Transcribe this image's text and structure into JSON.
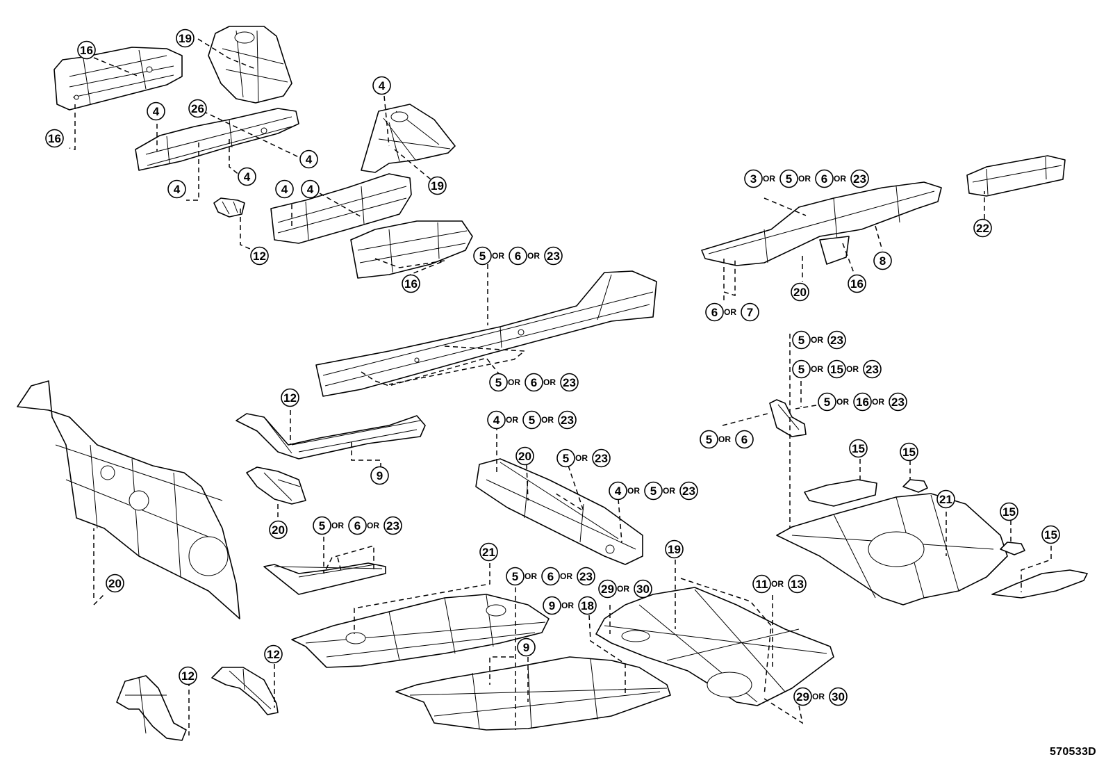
{
  "diagram_code": "570533D",
  "callouts": [
    {
      "id": "c01",
      "parts": [
        "16"
      ]
    },
    {
      "id": "c02",
      "parts": [
        "19"
      ]
    },
    {
      "id": "c03",
      "parts": [
        "16"
      ]
    },
    {
      "id": "c04",
      "parts": [
        "4"
      ]
    },
    {
      "id": "c05",
      "parts": [
        "26"
      ]
    },
    {
      "id": "c06",
      "parts": [
        "4"
      ]
    },
    {
      "id": "c07",
      "parts": [
        "4"
      ]
    },
    {
      "id": "c08",
      "parts": [
        "4"
      ]
    },
    {
      "id": "c09",
      "parts": [
        "4"
      ]
    },
    {
      "id": "c10",
      "parts": [
        "4"
      ]
    },
    {
      "id": "c11",
      "parts": [
        "12"
      ]
    },
    {
      "id": "c12",
      "parts": [
        "4"
      ]
    },
    {
      "id": "c13",
      "parts": [
        "19"
      ]
    },
    {
      "id": "c14",
      "parts": [
        "16"
      ]
    },
    {
      "id": "c15",
      "parts": [
        "5",
        "6",
        "23"
      ]
    },
    {
      "id": "c16",
      "parts": [
        "3",
        "5",
        "6",
        "23"
      ]
    },
    {
      "id": "c17",
      "parts": [
        "22"
      ]
    },
    {
      "id": "c18",
      "parts": [
        "8"
      ]
    },
    {
      "id": "c19",
      "parts": [
        "20"
      ]
    },
    {
      "id": "c20",
      "parts": [
        "16"
      ]
    },
    {
      "id": "c21",
      "parts": [
        "6",
        "7"
      ]
    },
    {
      "id": "c22",
      "parts": [
        "5",
        "6",
        "23"
      ]
    },
    {
      "id": "c23",
      "parts": [
        "5",
        "23"
      ]
    },
    {
      "id": "c24",
      "parts": [
        "5",
        "15",
        "23"
      ]
    },
    {
      "id": "c25",
      "parts": [
        "5",
        "16",
        "23"
      ]
    },
    {
      "id": "c26",
      "parts": [
        "5",
        "6"
      ]
    },
    {
      "id": "c27",
      "parts": [
        "12"
      ]
    },
    {
      "id": "c28",
      "parts": [
        "9"
      ]
    },
    {
      "id": "c29",
      "parts": [
        "4",
        "5",
        "23"
      ]
    },
    {
      "id": "c30",
      "parts": [
        "20"
      ]
    },
    {
      "id": "c31",
      "parts": [
        "5",
        "23"
      ]
    },
    {
      "id": "c32",
      "parts": [
        "4",
        "5",
        "23"
      ]
    },
    {
      "id": "c33",
      "parts": [
        "20"
      ]
    },
    {
      "id": "c34",
      "parts": [
        "5",
        "6",
        "23"
      ]
    },
    {
      "id": "c35",
      "parts": [
        "15"
      ]
    },
    {
      "id": "c36",
      "parts": [
        "15"
      ]
    },
    {
      "id": "c37",
      "parts": [
        "21"
      ]
    },
    {
      "id": "c38",
      "parts": [
        "15"
      ]
    },
    {
      "id": "c39",
      "parts": [
        "15"
      ]
    },
    {
      "id": "c40",
      "parts": [
        "20"
      ]
    },
    {
      "id": "c41",
      "parts": [
        "21"
      ]
    },
    {
      "id": "c42",
      "parts": [
        "5",
        "6",
        "23"
      ]
    },
    {
      "id": "c43",
      "parts": [
        "29",
        "30"
      ]
    },
    {
      "id": "c44",
      "parts": [
        "19"
      ]
    },
    {
      "id": "c45",
      "parts": [
        "11",
        "13"
      ]
    },
    {
      "id": "c46",
      "parts": [
        "9",
        "18"
      ]
    },
    {
      "id": "c47",
      "parts": [
        "9"
      ]
    },
    {
      "id": "c48",
      "parts": [
        "12"
      ]
    },
    {
      "id": "c49",
      "parts": [
        "12"
      ]
    },
    {
      "id": "c50",
      "parts": [
        "29",
        "30"
      ]
    }
  ],
  "or_label": "OR"
}
